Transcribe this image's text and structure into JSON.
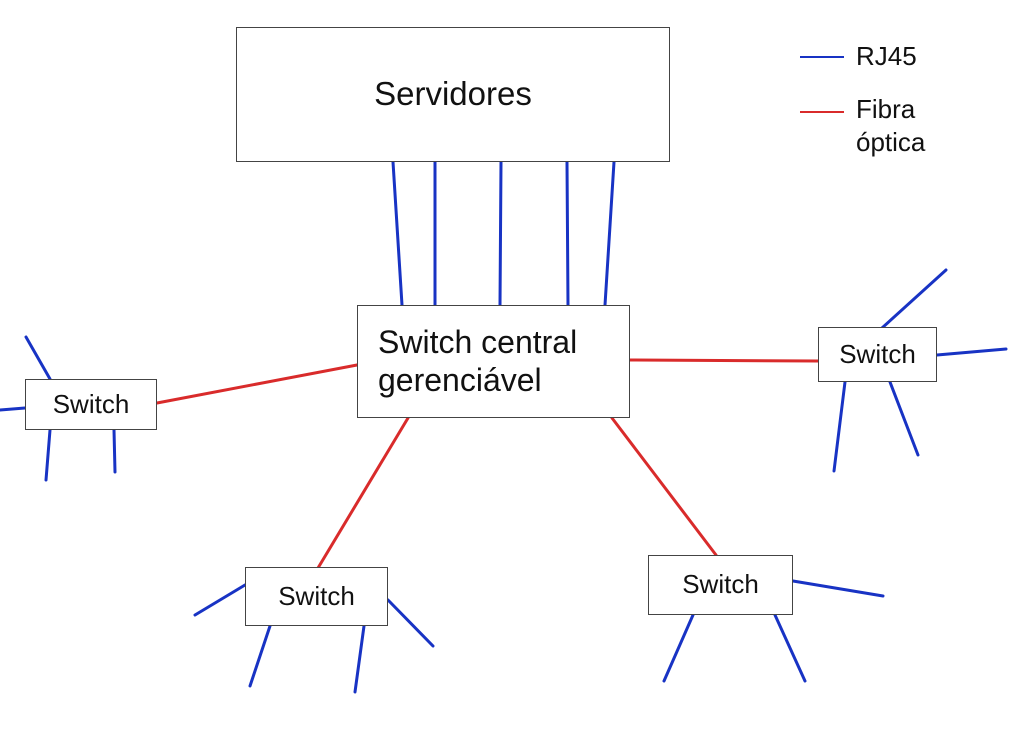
{
  "colors": {
    "rj45": "#1833c4",
    "fiber": "#d92b2b",
    "box_border": "#444444",
    "text": "#111111",
    "background": "#ffffff"
  },
  "nodes": {
    "servers": {
      "label": "Servidores"
    },
    "central": {
      "label": "Switch central\ngerenciável"
    },
    "switch_left": {
      "label": "Switch"
    },
    "switch_right": {
      "label": "Switch"
    },
    "switch_bottom_left": {
      "label": "Switch"
    },
    "switch_bottom_right": {
      "label": "Switch"
    }
  },
  "legend": {
    "rj45": {
      "label": "RJ45",
      "color": "#1833c4"
    },
    "fiber": {
      "label": "Fibra\nóptica",
      "color": "#d92b2b"
    }
  },
  "links": {
    "server_to_central": {
      "type": "rj45",
      "count": 5
    },
    "central_to_switches": {
      "type": "fiber",
      "count": 4
    }
  }
}
